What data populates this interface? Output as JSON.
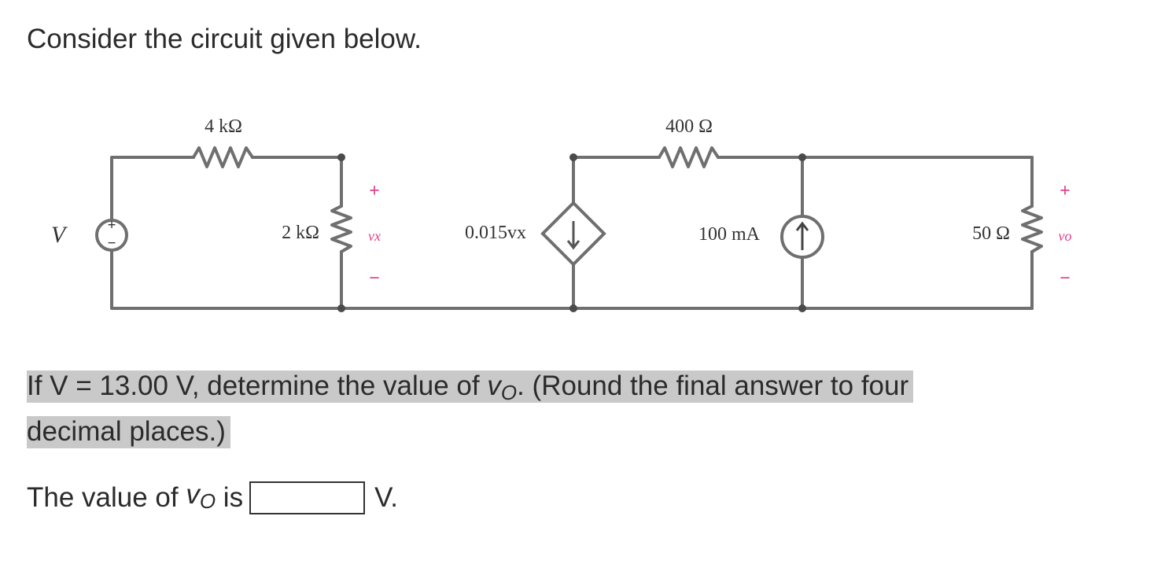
{
  "intro": "Consider the circuit given below.",
  "circuit": {
    "source_label": "V",
    "source_plus": "+",
    "source_minus": "−",
    "r1_label": "4 kΩ",
    "r2_label": "2 kΩ",
    "vx_plus": "+",
    "vx_label": "vx",
    "vx_minus": "−",
    "dep_source_label": "0.015vx",
    "r3_label": "400 Ω",
    "current_source_label": "100 mA",
    "r4_label": "50 Ω",
    "vo_plus": "+",
    "vo_label": "vo",
    "vo_minus": "−",
    "colors": {
      "wire": "#6f6f6f",
      "label": "#333333",
      "polarity": "#e0408a"
    }
  },
  "question": {
    "part1": "If V = 13.00 V, determine the value of ",
    "var": "v",
    "sub": "O",
    "part2": ". (Round the final answer to four decimal places.)"
  },
  "answer": {
    "prefix": "The value of ",
    "var": "v",
    "sub": "O",
    "mid": " is",
    "value": "",
    "unit": "V."
  },
  "colors": {
    "highlight": "#c9c9c9",
    "text": "#2b2b2b"
  }
}
